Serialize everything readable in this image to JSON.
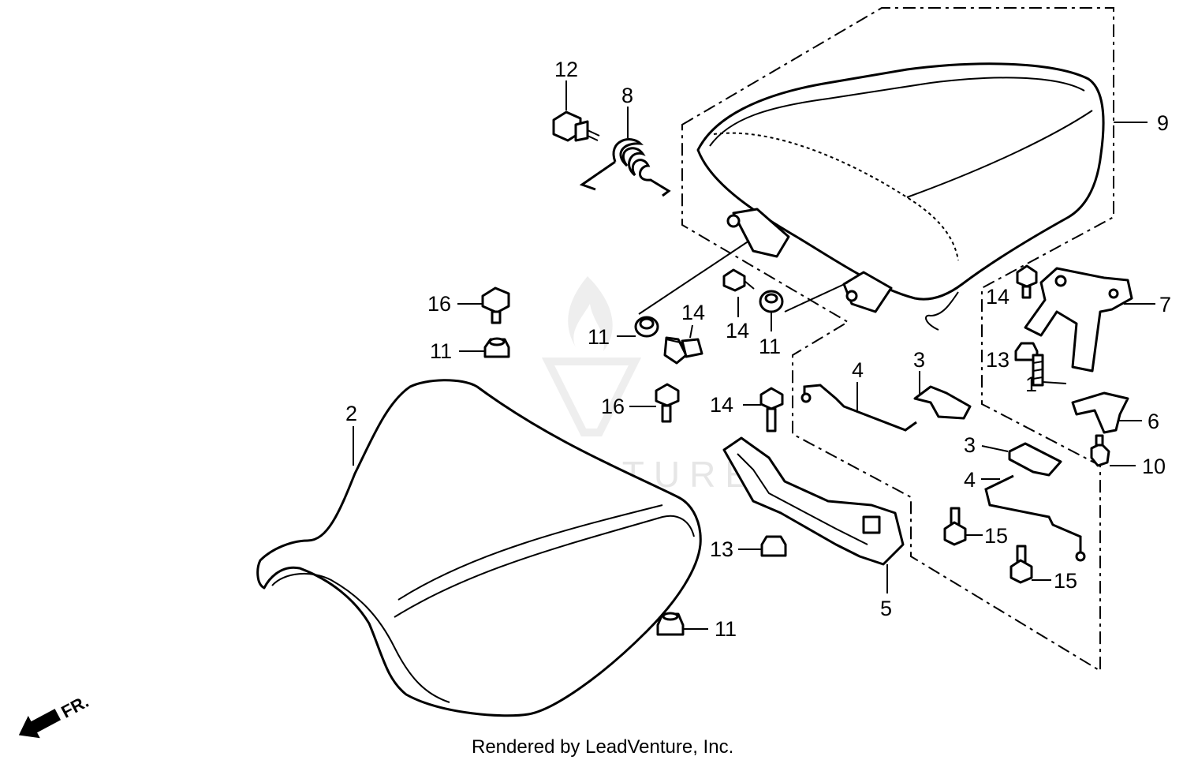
{
  "watermark": {
    "brand": "LEADVENTURE"
  },
  "credit": "Rendered by LeadVenture, Inc.",
  "direction_indicator": "FR.",
  "callouts": {
    "c12": "12",
    "c8": "8",
    "c9": "9",
    "c16a": "16",
    "c11a": "11",
    "c11b": "11",
    "c14a": "14",
    "c14b": "14",
    "c11c": "11",
    "c14c": "14",
    "c7": "7",
    "c13a": "13",
    "c1": "1",
    "c6": "6",
    "c10": "10",
    "c4a": "4",
    "c3a": "3",
    "c16b": "16",
    "c14d": "14",
    "c3b": "3",
    "c4b": "4",
    "c2": "2",
    "c15a": "15",
    "c15b": "15",
    "c13b": "13",
    "c5": "5",
    "c11d": "11"
  }
}
